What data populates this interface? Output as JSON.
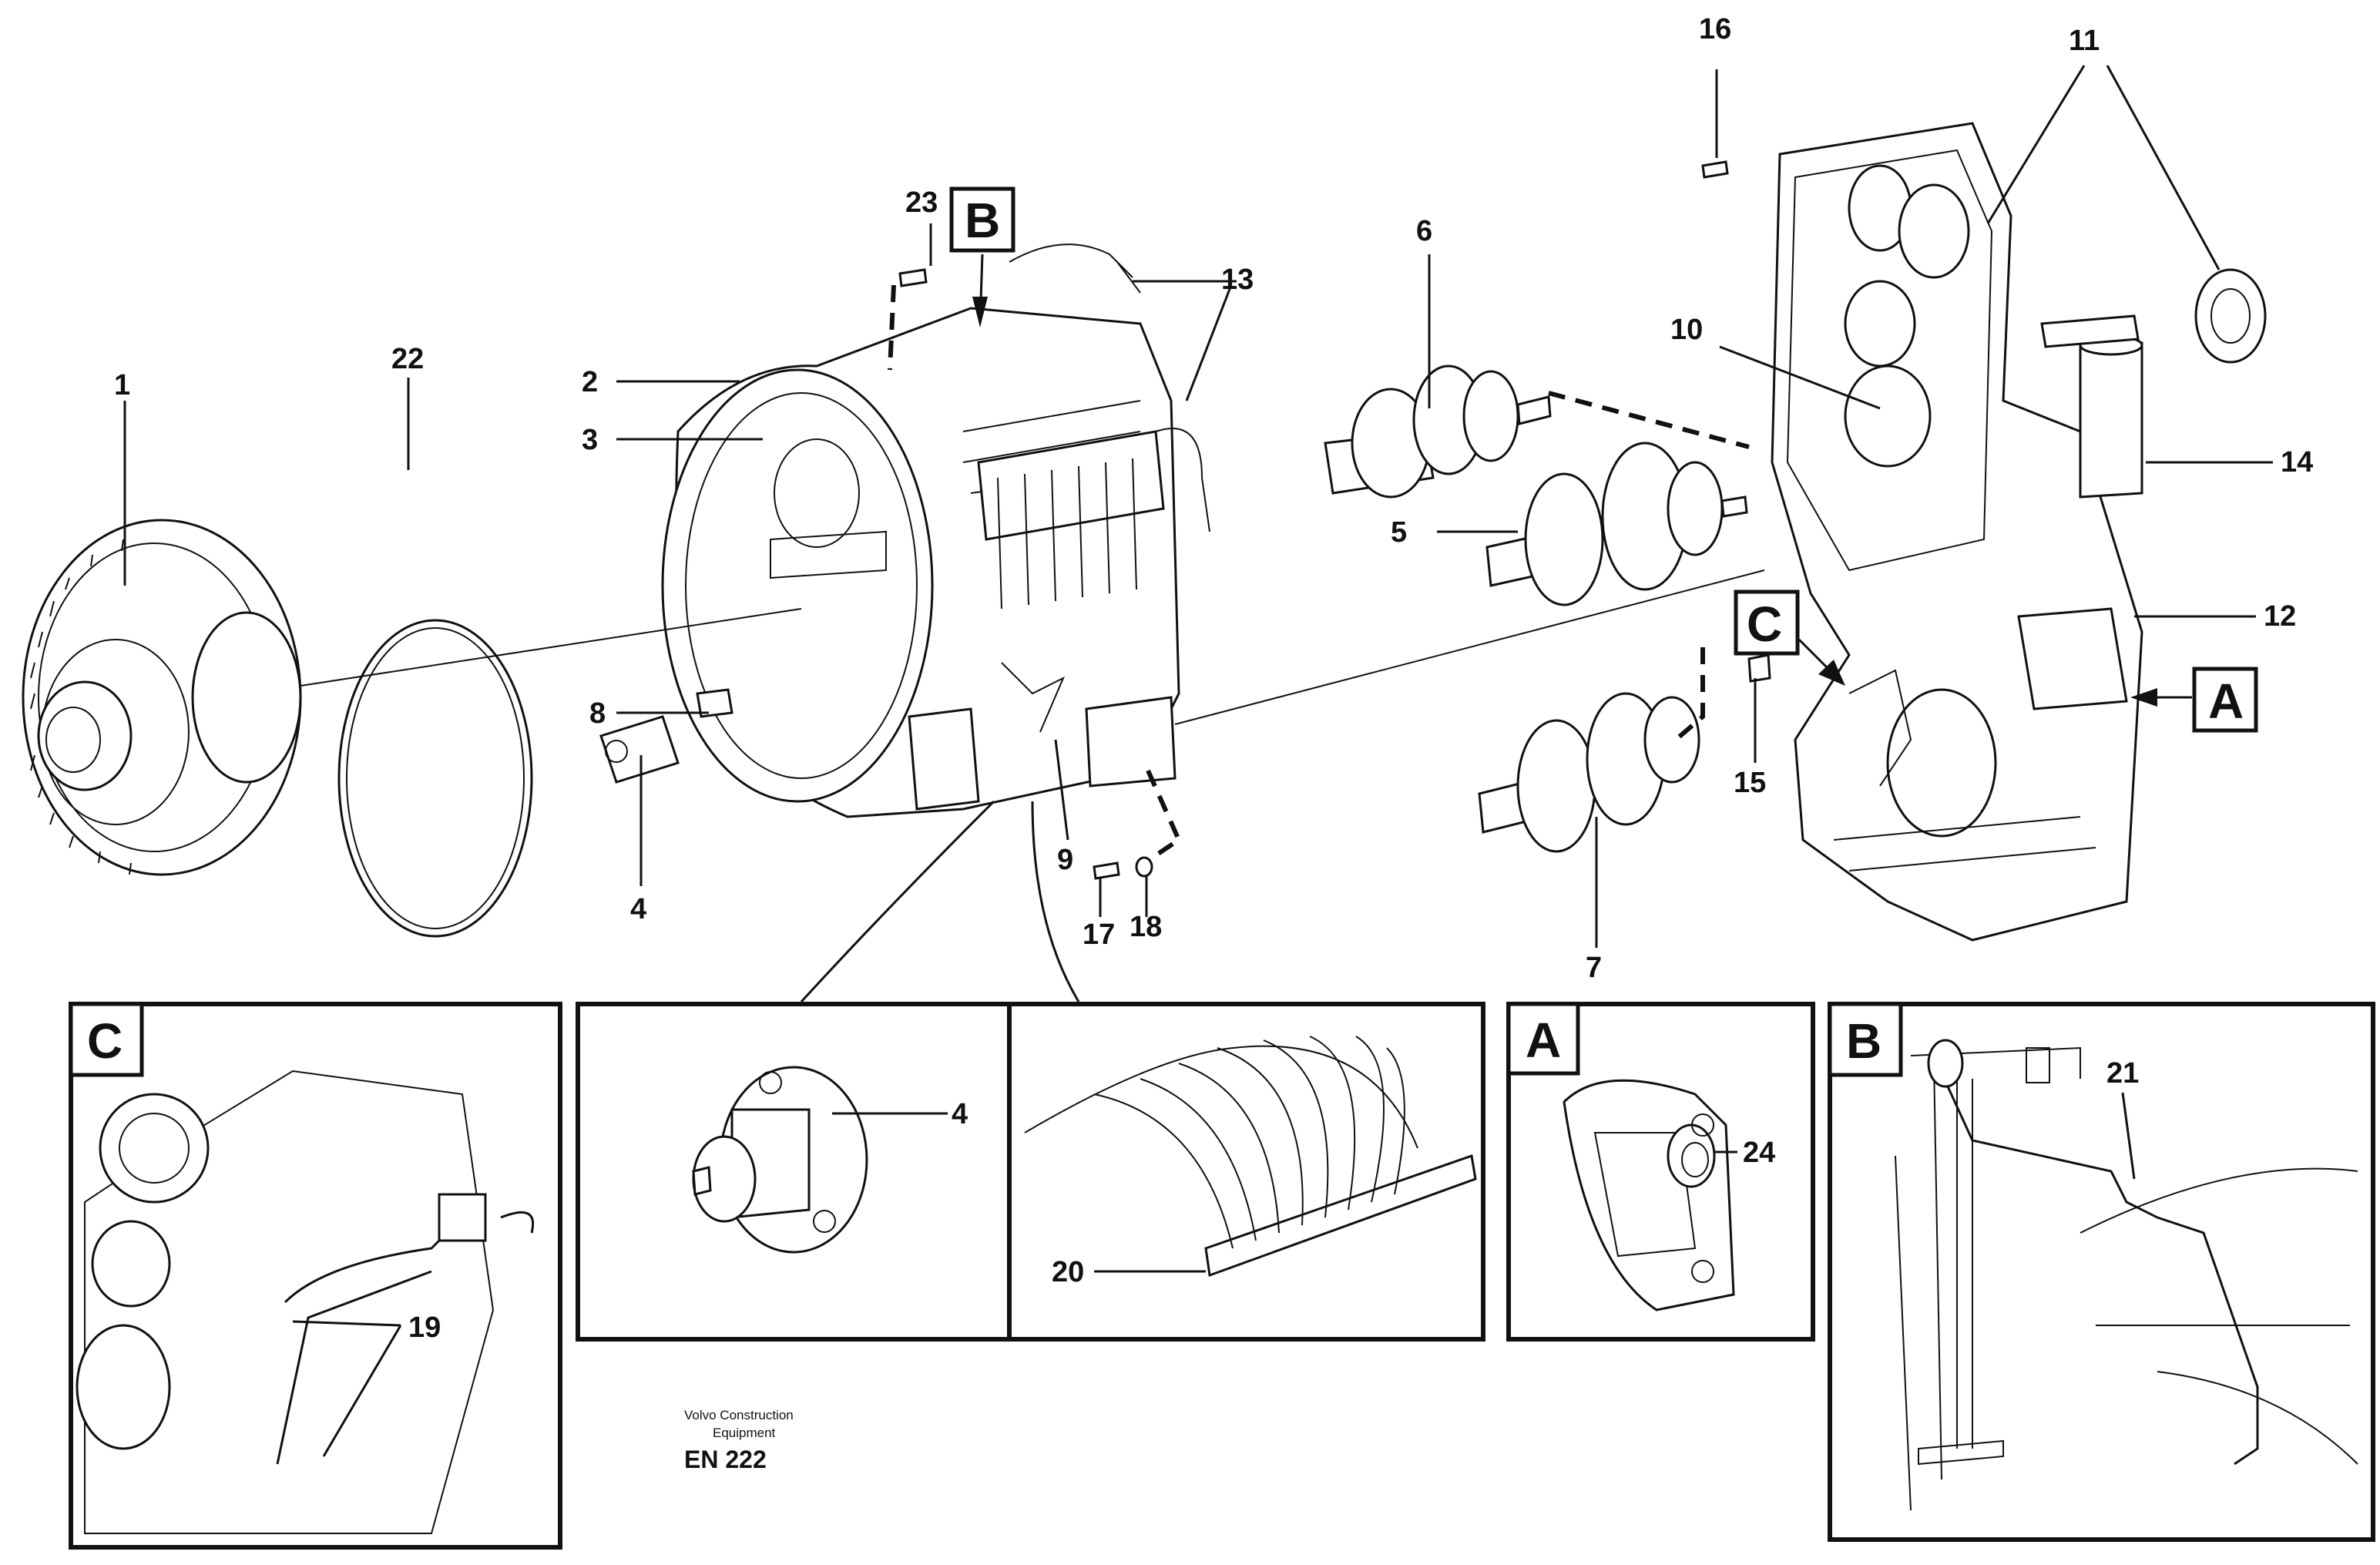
{
  "callouts": {
    "c1": "1",
    "c2": "2",
    "c3": "3",
    "c4": "4",
    "c5": "5",
    "c6": "6",
    "c7": "7",
    "c8": "8",
    "c9": "9",
    "c10": "10",
    "c11": "11",
    "c12": "12",
    "c13": "13",
    "c14": "14",
    "c15": "15",
    "c16": "16",
    "c17": "17",
    "c18": "18",
    "c19": "19",
    "c20": "20",
    "c21": "21",
    "c22": "22",
    "c23": "23",
    "c24": "24",
    "c4_detail": "4"
  },
  "view_markers": {
    "A": "A",
    "B": "B",
    "C": "C"
  },
  "detail_boxes": {
    "C": "C",
    "A": "A",
    "B": "B"
  },
  "footer": {
    "company_line1": "Volvo Construction",
    "company_line2": "Equipment",
    "code": "EN 222"
  }
}
